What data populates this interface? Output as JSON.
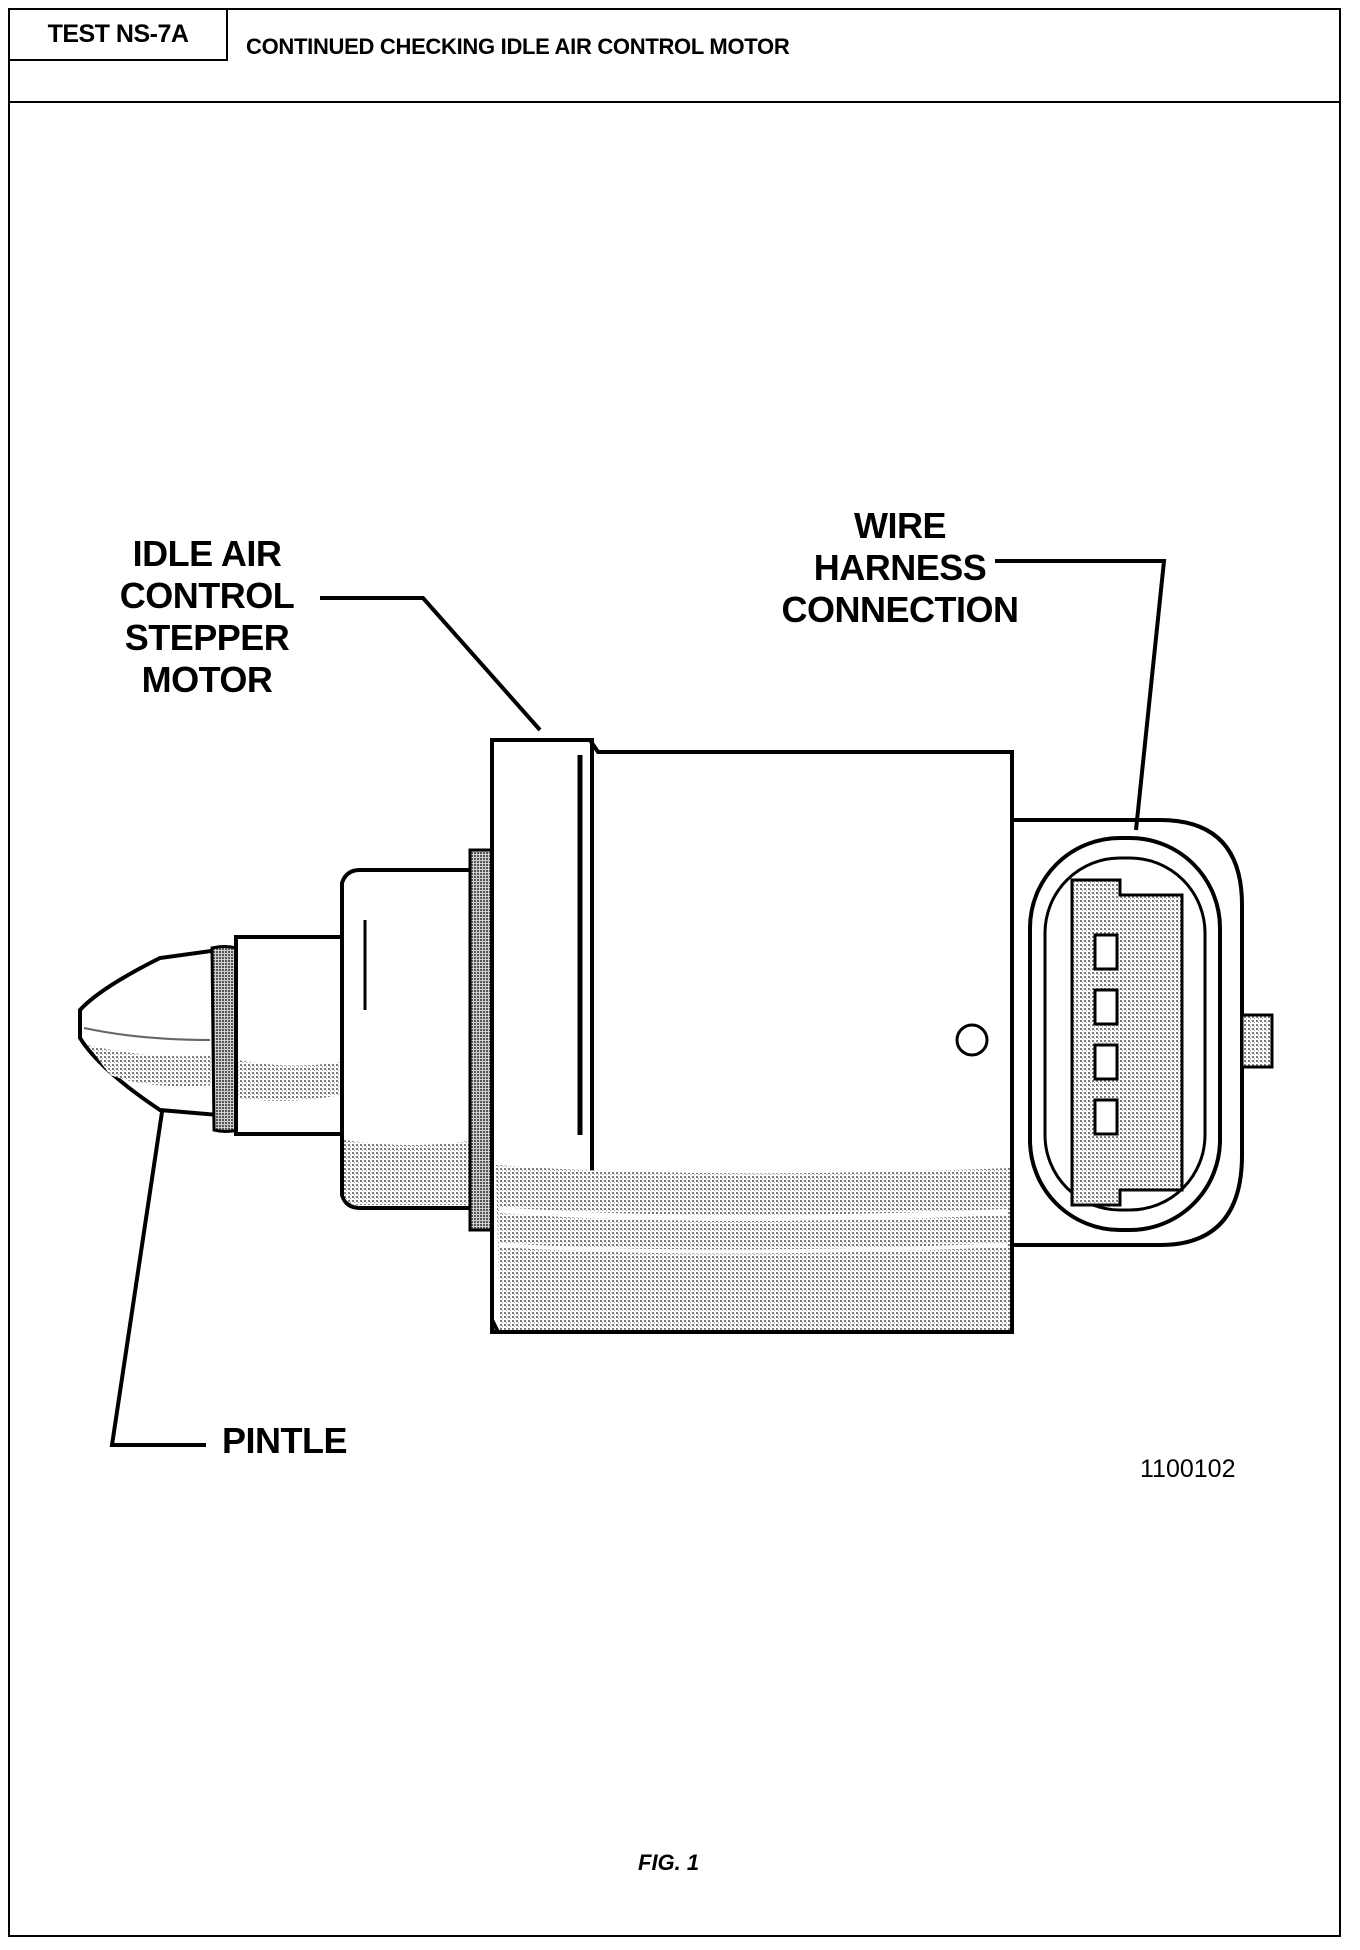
{
  "header": {
    "test_id": "TEST NS-7A",
    "title": "CONTINUED CHECKING IDLE AIR CONTROL MOTOR"
  },
  "figure": {
    "callouts": {
      "iac_motor": "IDLE AIR\nCONTROL\nSTEPPER\nMOTOR",
      "wire_harness": "WIRE\nHARNESS\nCONNECTION",
      "pintle": "PINTLE"
    },
    "part_number": "1100102",
    "caption": "FIG. 1"
  }
}
